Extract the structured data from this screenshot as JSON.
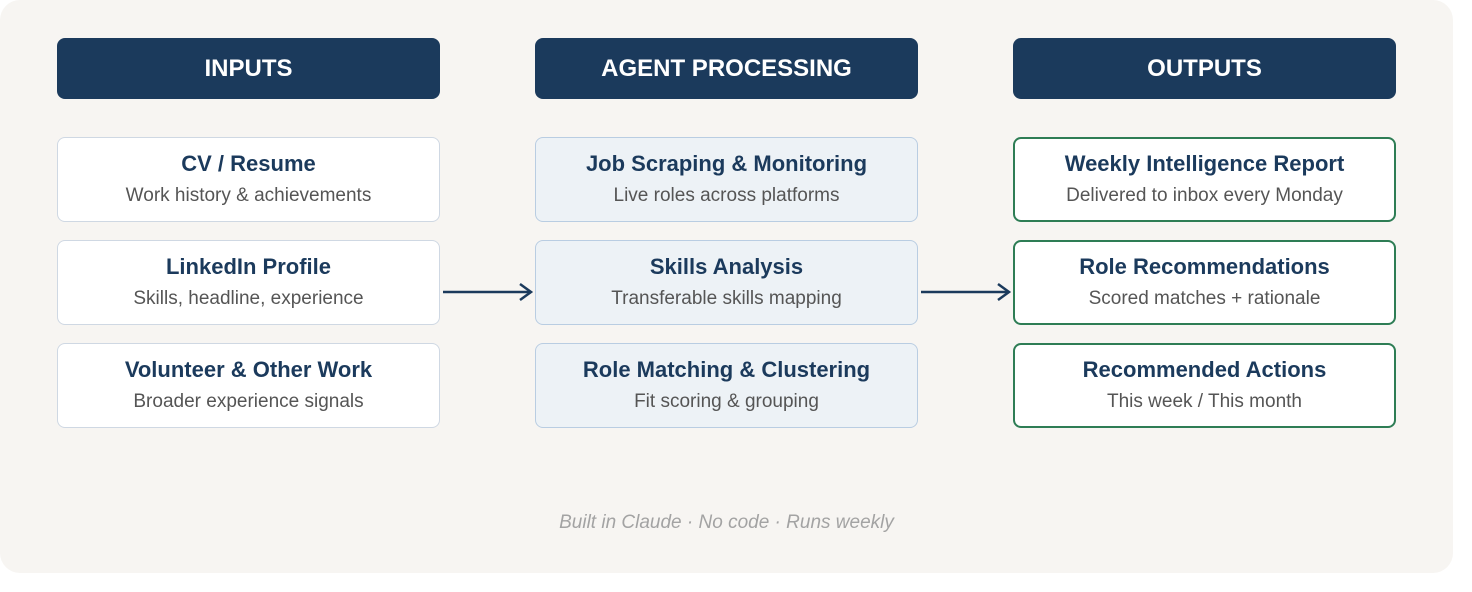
{
  "columns": [
    {
      "header": "INPUTS",
      "items": [
        {
          "title": "CV / Resume",
          "subtitle": "Work history & achievements"
        },
        {
          "title": "LinkedIn Profile",
          "subtitle": "Skills, headline, experience"
        },
        {
          "title": "Volunteer & Other Work",
          "subtitle": "Broader experience signals"
        }
      ]
    },
    {
      "header": "AGENT PROCESSING",
      "items": [
        {
          "title": "Job Scraping & Monitoring",
          "subtitle": "Live roles across platforms"
        },
        {
          "title": "Skills Analysis",
          "subtitle": "Transferable skills mapping"
        },
        {
          "title": "Role Matching & Clustering",
          "subtitle": "Fit scoring & grouping"
        }
      ]
    },
    {
      "header": "OUTPUTS",
      "items": [
        {
          "title": "Weekly Intelligence Report",
          "subtitle": "Delivered to inbox every Monday"
        },
        {
          "title": "Role Recommendations",
          "subtitle": "Scored matches + rationale"
        },
        {
          "title": "Recommended Actions",
          "subtitle": "This week / This month"
        }
      ]
    }
  ],
  "footer": "Built in Claude · No code · Runs weekly",
  "colors": {
    "header_bg": "#1b3a5c",
    "title_text": "#1b3a5c",
    "output_border": "#2e7d55",
    "processing_bg": "#edf2f6",
    "panel_bg": "#f7f5f2",
    "arrow": "#1b3a5c"
  }
}
